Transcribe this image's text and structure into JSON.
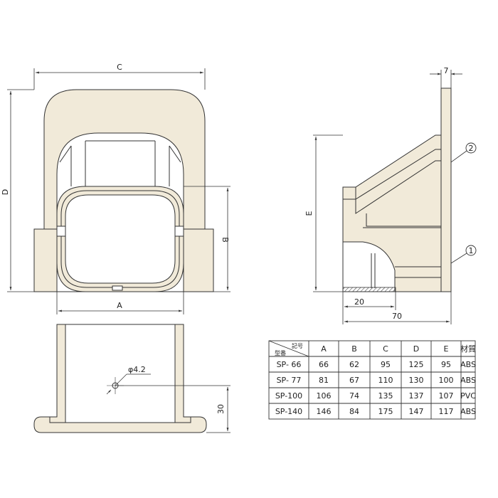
{
  "dimensions": {
    "c": "C",
    "d": "D",
    "b": "B",
    "a": "A",
    "e": "E",
    "seven": "7",
    "twenty": "20",
    "seventy": "70",
    "hole": "φ4.2",
    "thirty": "30"
  },
  "callouts": {
    "part1": "1",
    "part2": "2"
  },
  "table": {
    "corner_top": "記号",
    "corner_bottom": "型番",
    "headers": [
      "A",
      "B",
      "C",
      "D",
      "E",
      "材質"
    ],
    "rows": [
      {
        "model": "SP- 66",
        "values": [
          "66",
          "62",
          "95",
          "125",
          "95",
          "ABS"
        ]
      },
      {
        "model": "SP- 77",
        "values": [
          "81",
          "67",
          "110",
          "130",
          "100",
          "ABS"
        ]
      },
      {
        "model": "SP-100",
        "values": [
          "106",
          "74",
          "135",
          "137",
          "107",
          "PVC"
        ]
      },
      {
        "model": "SP-140",
        "values": [
          "146",
          "84",
          "175",
          "147",
          "117",
          "ABS"
        ]
      }
    ]
  },
  "colors": {
    "fill": "#f1ead9",
    "line": "#333333"
  }
}
